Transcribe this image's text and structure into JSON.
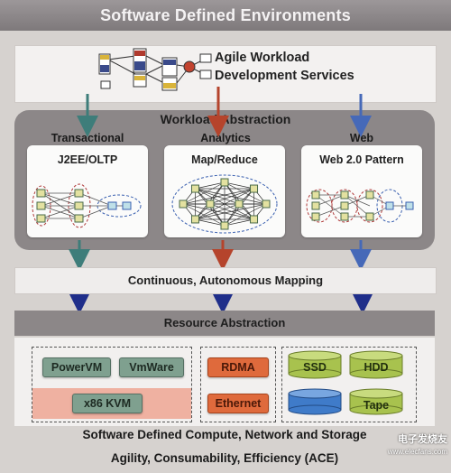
{
  "title": "Software Defined Environments",
  "top": {
    "label_line1": "Agile Workload",
    "label_line2": "Development Services"
  },
  "workload": {
    "title": "Workload Abstraction",
    "columns": [
      {
        "name": "Transactional",
        "pattern": "J2EE/OLTP"
      },
      {
        "name": "Analytics",
        "pattern": "Map/Reduce"
      },
      {
        "name": "Web",
        "pattern": "Web 2.0 Pattern"
      }
    ]
  },
  "mapping": {
    "label": "Continuous, Autonomous Mapping"
  },
  "resource": {
    "title": "Resource Abstraction",
    "compute": [
      "PowerVM",
      "VmWare",
      "x86 KVM"
    ],
    "network": [
      "RDMA",
      "Ethernet"
    ],
    "storage": [
      "SSD",
      "HDD",
      "Tape"
    ]
  },
  "footer": {
    "line1": "Software Defined Compute, Network and Storage",
    "line2": "Agility, Consumability, Efficiency (ACE)"
  },
  "watermark": {
    "line1": "电子发烧友",
    "line2": "www.elecfans.com"
  },
  "colors": {
    "arrow_teal": "#3e7d7a",
    "arrow_red": "#b5442c",
    "arrow_blue": "#4669b8",
    "arrow_navy": "#1f2e8a",
    "chip_gray": "#7fa08f",
    "chip_orange": "#df6a3c",
    "cylinder_green": "#a8c24e",
    "cylinder_blue": "#3f7bc9"
  }
}
